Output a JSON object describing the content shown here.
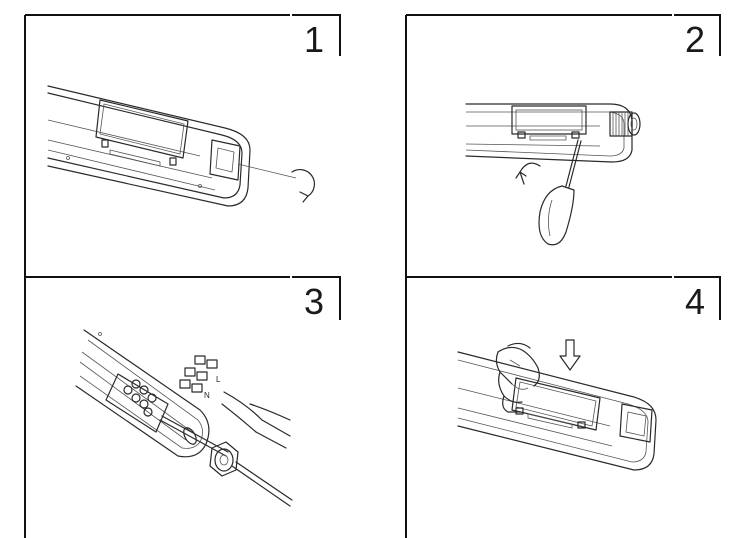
{
  "steps": [
    {
      "number": "1"
    },
    {
      "number": "2"
    },
    {
      "number": "3"
    },
    {
      "number": "4"
    }
  ],
  "wiring_labels": {
    "line": "L",
    "neutral": "N"
  }
}
